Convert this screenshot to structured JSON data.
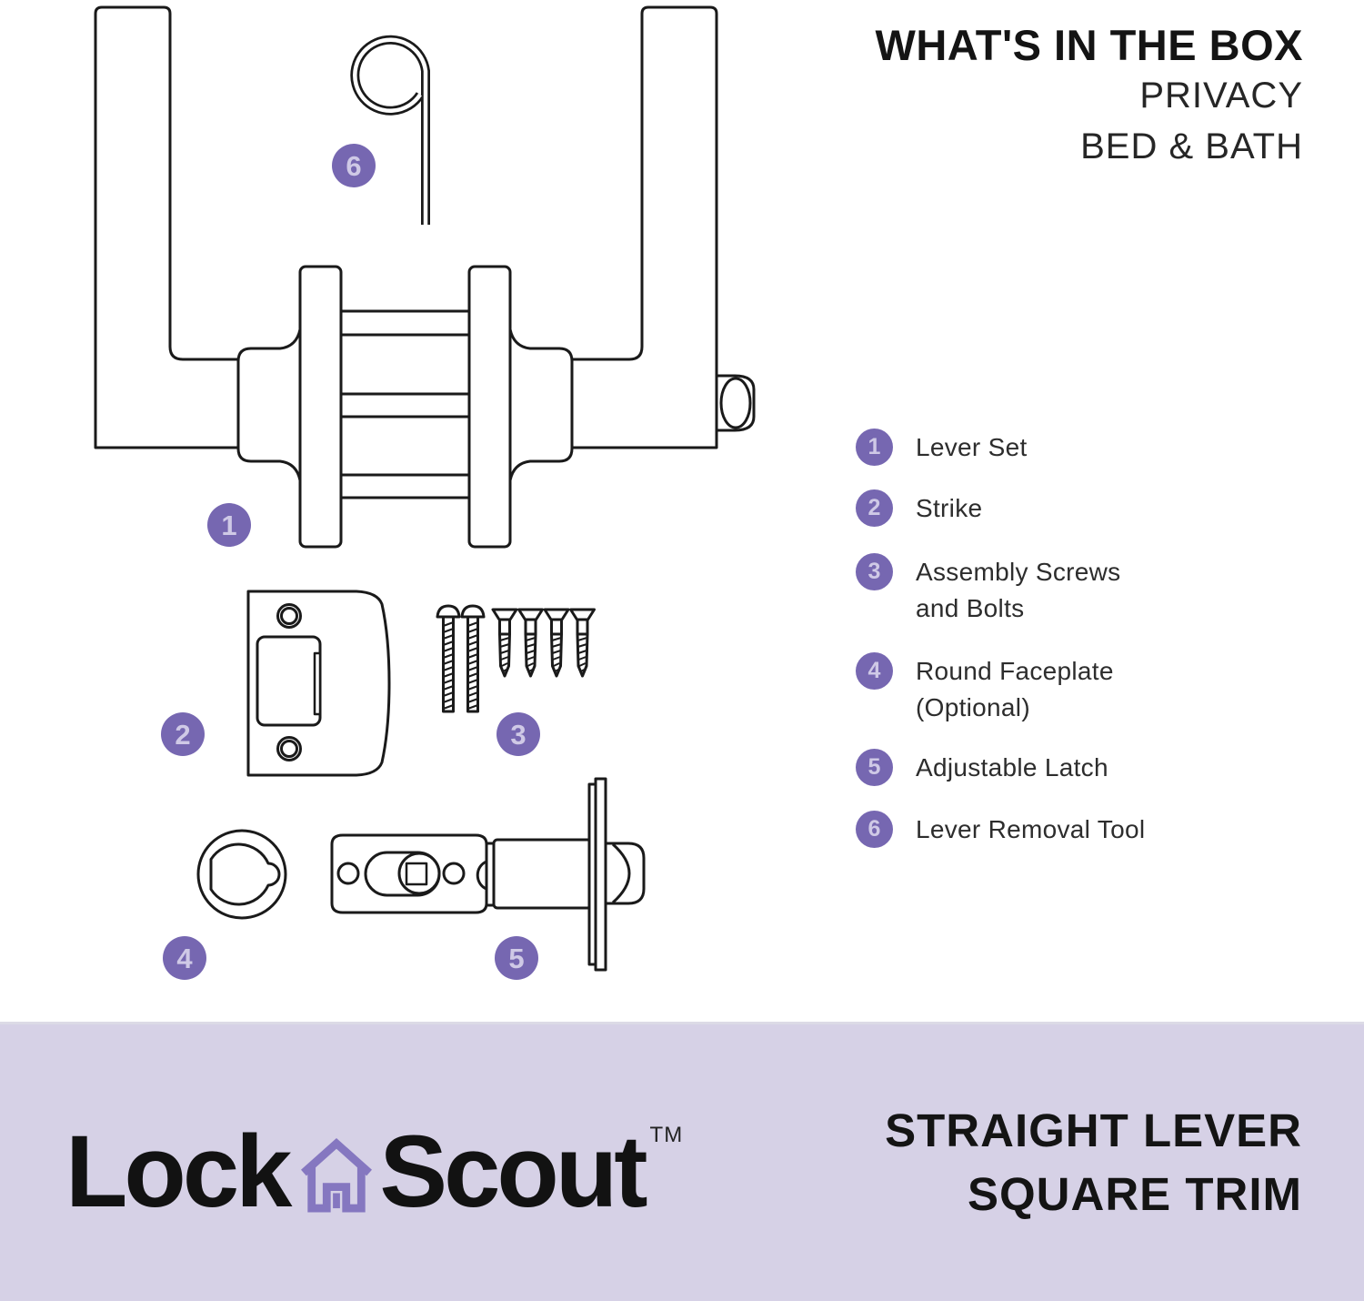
{
  "header": {
    "title": "WHAT'S IN THE BOX",
    "subtitle_line1": "PRIVACY",
    "subtitle_line2": "BED & BATH"
  },
  "legend": {
    "items": [
      {
        "number": "1",
        "label": "Lever Set"
      },
      {
        "number": "2",
        "label": "Strike"
      },
      {
        "number": "3",
        "label": "Assembly Screws\nand Bolts"
      },
      {
        "number": "4",
        "label": "Round Faceplate\n(Optional)"
      },
      {
        "number": "5",
        "label": "Adjustable Latch"
      },
      {
        "number": "6",
        "label": "Lever Removal Tool"
      }
    ]
  },
  "diagram": {
    "parts": [
      "lever-set",
      "strike",
      "assembly-screws-and-bolts",
      "round-faceplate",
      "adjustable-latch",
      "lever-removal-tool"
    ]
  },
  "footer": {
    "brand_word1": "Lock",
    "brand_word2": "Scout",
    "trademark": "TM",
    "product_line1": "STRAIGHT LEVER",
    "product_line2": "SQUARE TRIM"
  },
  "icons": {
    "house": "house-icon"
  },
  "colors": {
    "accent_purple": "#7667b1",
    "badge_number": "#cfc9e6",
    "band_lavender": "#d6d1e6",
    "house_purple": "#8577c0",
    "line_ink": "#1a1a1a"
  }
}
